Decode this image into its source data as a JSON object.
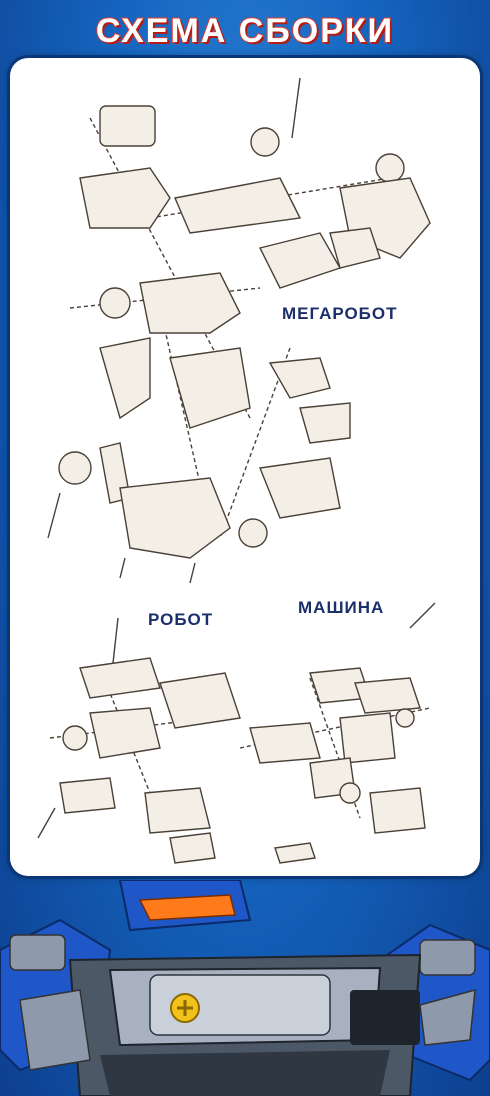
{
  "header": {
    "title": "СХЕМА СБОРКИ"
  },
  "labels": {
    "megarobot": "МЕГАРОБОТ",
    "robot": "РОБОТ",
    "car": "МАШИНА"
  },
  "colors": {
    "background": "#1565c0",
    "title_stroke": "#e23a2a",
    "label_text": "#1b2f6b",
    "robot_blue": "#1f56c8",
    "robot_orange": "#ff7a1a",
    "bolt_yellow": "#f2c21b"
  }
}
